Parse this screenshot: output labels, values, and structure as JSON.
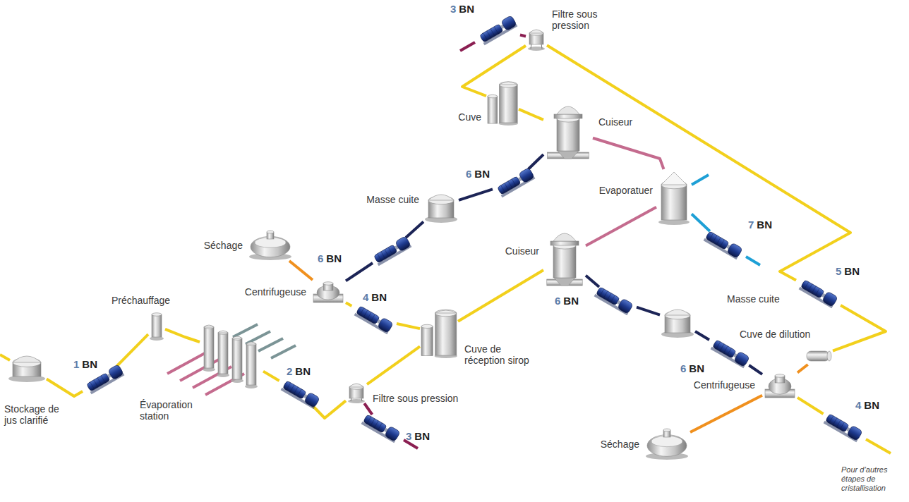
{
  "diagram": {
    "nodes": [
      {
        "text": [
          "Stockage de jus clarifié"
        ]
      },
      {
        "text": [
          "1",
          "BN"
        ]
      },
      {
        "text": [
          "Préchauffage"
        ]
      },
      {
        "text": [
          "Évaporation station"
        ]
      },
      {
        "text": [
          "2",
          "BN"
        ]
      },
      {
        "text": [
          "Filtre sous pression"
        ]
      },
      {
        "text": [
          "3",
          "BN"
        ]
      },
      {
        "text": [
          "Centrifugeuse"
        ]
      },
      {
        "text": [
          "Séchage"
        ]
      },
      {
        "text": [
          "4",
          "BN"
        ]
      },
      {
        "text": [
          "Cuve de réception sirop"
        ]
      },
      {
        "text": [
          "6",
          "BN"
        ]
      },
      {
        "text": [
          "Masse cuite"
        ]
      },
      {
        "text": [
          "6",
          "BN"
        ]
      },
      {
        "text": [
          "Cuiseur"
        ]
      },
      {
        "text": [
          "Cuve"
        ]
      },
      {
        "text": [
          "Filtre sous pression"
        ]
      },
      {
        "text": [
          "3",
          "BN"
        ]
      },
      {
        "text": [
          "Cuiseur"
        ]
      },
      {
        "text": [
          "Evaporatuer"
        ]
      },
      {
        "text": [
          "7",
          "BN"
        ]
      },
      {
        "text": [
          "6",
          "BN"
        ]
      },
      {
        "text": [
          "Masse cuite"
        ]
      },
      {
        "text": [
          "6",
          "BN"
        ]
      },
      {
        "text": [
          "Centrifugeuse"
        ]
      },
      {
        "text": [
          "Séchage"
        ]
      },
      {
        "text": [
          "Cuve de dilution"
        ]
      },
      {
        "text": [
          "5",
          "BN"
        ]
      },
      {
        "text": [
          "4",
          "BN"
        ]
      }
    ],
    "edges": [
      {
        "from": 0,
        "to": 1,
        "arrow": "none"
      },
      {
        "from": 1,
        "to": 2,
        "arrow": "none"
      },
      {
        "from": 2,
        "to": 3,
        "arrow": "none"
      },
      {
        "from": 3,
        "to": 4,
        "arrow": "none"
      },
      {
        "from": 4,
        "to": 5,
        "arrow": "none"
      },
      {
        "from": 5,
        "to": 6,
        "arrow": "none"
      },
      {
        "from": 5,
        "to": 10,
        "arrow": "none"
      },
      {
        "from": 7,
        "to": 9,
        "arrow": "none"
      },
      {
        "from": 9,
        "to": 10,
        "arrow": "none"
      },
      {
        "from": 10,
        "to": 18,
        "arrow": "none"
      },
      {
        "from": 18,
        "to": 19,
        "arrow": "none"
      },
      {
        "from": 19,
        "to": 14,
        "arrow": "none"
      },
      {
        "from": 19,
        "to": 20,
        "arrow": "none"
      },
      {
        "from": 18,
        "to": 21,
        "arrow": "none"
      },
      {
        "from": 21,
        "to": 22,
        "arrow": "none"
      },
      {
        "from": 22,
        "to": 23,
        "arrow": "none"
      },
      {
        "from": 23,
        "to": 24,
        "arrow": "none"
      },
      {
        "from": 24,
        "to": 25,
        "arrow": "none"
      },
      {
        "from": 24,
        "to": 28,
        "arrow": "none"
      },
      {
        "from": 24,
        "to": 26,
        "arrow": "none"
      },
      {
        "from": 26,
        "to": 27,
        "arrow": "none"
      },
      {
        "from": 27,
        "to": 16,
        "arrow": "none"
      },
      {
        "from": 16,
        "to": 17,
        "arrow": "none"
      },
      {
        "from": 16,
        "to": 15,
        "arrow": "none"
      },
      {
        "from": 15,
        "to": 14,
        "arrow": "none"
      },
      {
        "from": 14,
        "to": 13,
        "arrow": "none"
      },
      {
        "from": 13,
        "to": 12,
        "arrow": "none"
      },
      {
        "from": 12,
        "to": 11,
        "arrow": "none"
      },
      {
        "from": 11,
        "to": 7,
        "arrow": "none"
      },
      {
        "from": 7,
        "to": 8,
        "arrow": "none"
      }
    ],
    "labels": [
      "Pour d’autres étapes de cristallisation"
    ]
  }
}
